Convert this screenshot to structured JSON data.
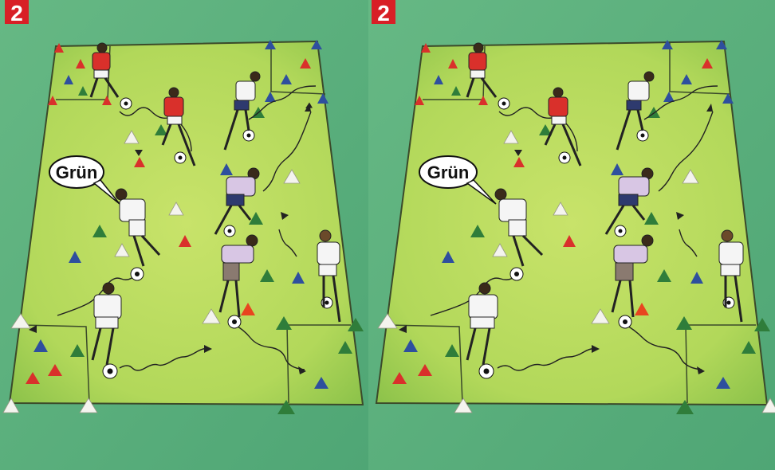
{
  "panels": [
    {
      "badge": "2",
      "speech": "Grün"
    },
    {
      "badge": "2",
      "speech": "Grün"
    }
  ],
  "colors": {
    "background": "#5fb07c",
    "field": "#b5d95a",
    "field_edge": "#8cc24a",
    "line": "#3b4a2a",
    "badge": "#d81f26",
    "cone_red": "#d9302b",
    "cone_blue": "#2e4f9e",
    "cone_green": "#2f7d3a",
    "cone_white": "#f4f4ee",
    "shirt_red": "#d9302b",
    "shirt_white": "#f5f5f5",
    "shirt_lilac": "#d8c6e4"
  },
  "icons": [
    "cone-icon",
    "ball-icon",
    "player-icon",
    "arrow-icon"
  ]
}
